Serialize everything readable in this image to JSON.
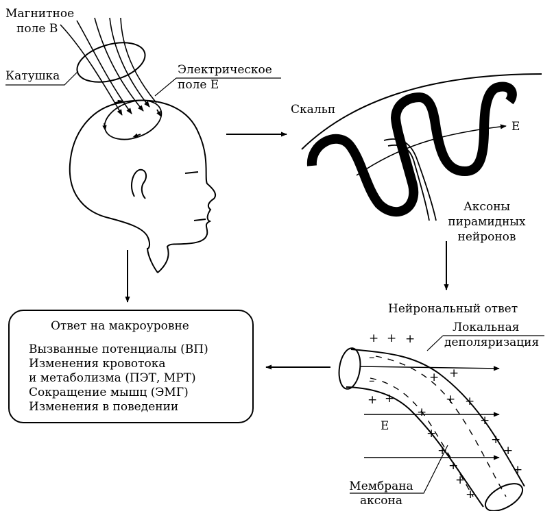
{
  "magnetic_field": {
    "line1": "Магнитное",
    "line2": "поле B"
  },
  "coil": "Катушка",
  "electric_field": {
    "line1": "Электрическое",
    "line2": "поле E"
  },
  "scalp": "Скальп",
  "field_e_label": "E",
  "axons": {
    "line1": "Аксоны",
    "line2": "пирамидных",
    "line3": "нейронов"
  },
  "neuronal_response": "Нейрональный ответ",
  "local_depolarization": {
    "line1": "Локальная",
    "line2": "деполяризация"
  },
  "field_e_label_axon": "E",
  "membrane": {
    "line1": "Мембрана",
    "line2": "аксона"
  },
  "macro": {
    "title": "Ответ на макроуровне",
    "items": [
      "Вызванные потенциалы (ВП)",
      "Изменения кровотока",
      "и метаболизма (ПЭТ, МРТ)",
      "Сокращение мышц (ЭМГ)",
      "Изменения в поведении"
    ]
  },
  "charges": {
    "plus": "+",
    "minus": "–"
  }
}
